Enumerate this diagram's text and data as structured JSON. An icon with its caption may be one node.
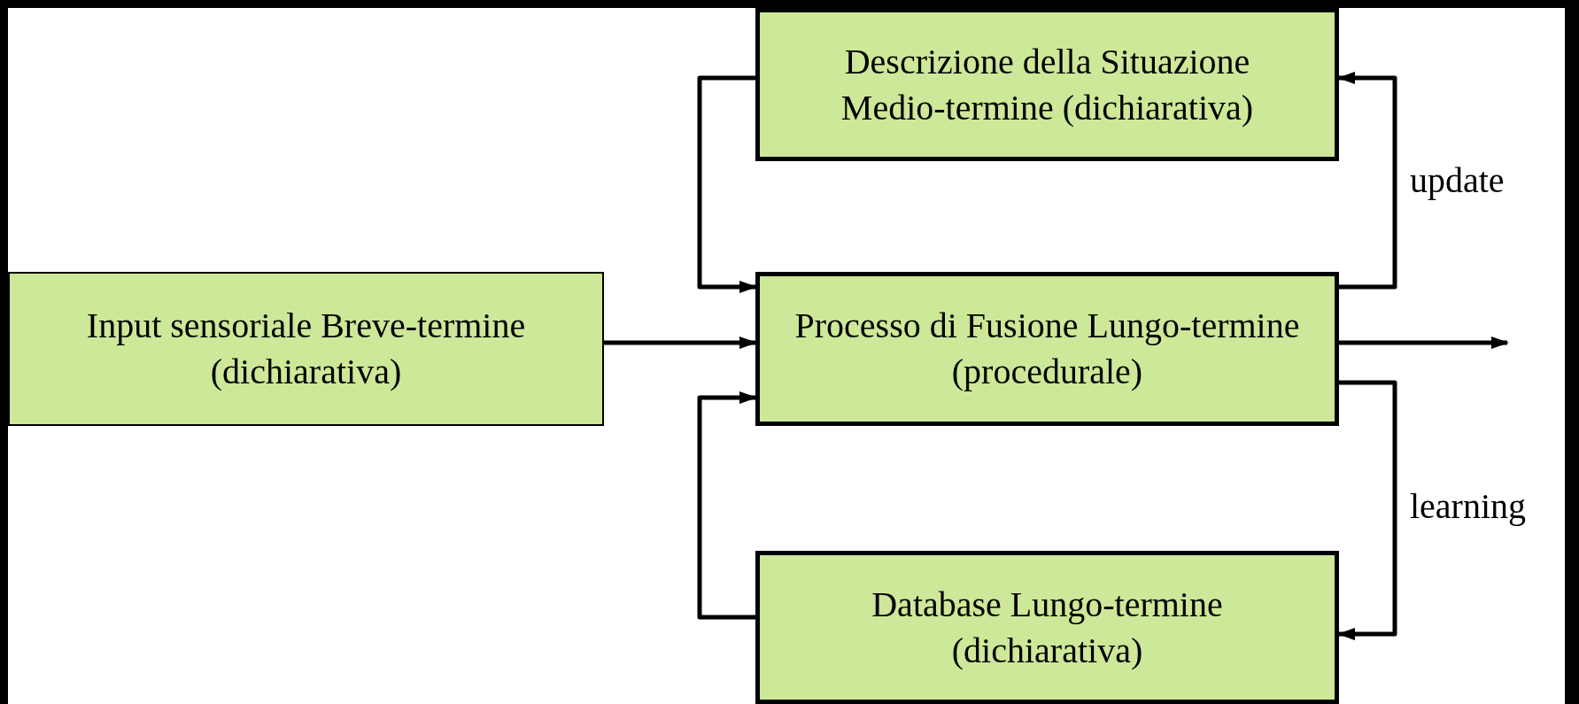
{
  "diagram": {
    "nodes": [
      {
        "text": [
          "Descrizione della Situazione Medio-termine (dichiarativa)"
        ]
      },
      {
        "text": [
          "Input sensoriale Breve-termine (dichiarativa)"
        ]
      },
      {
        "text": [
          "Processo di Fusione Lungo-termine (procedurale)"
        ]
      },
      {
        "text": [
          "Database Lungo-termine (dichiarativa)"
        ]
      }
    ],
    "edges": [
      {
        "from": 0,
        "to": 2,
        "arrow": "to"
      },
      {
        "from": 1,
        "to": 2,
        "arrow": "to"
      },
      {
        "from": 3,
        "to": 2,
        "arrow": "to"
      },
      {
        "from": 2,
        "to": 0,
        "arrow": "to",
        "label": "update"
      },
      {
        "from": 2,
        "to": 3,
        "arrow": "to",
        "label": "learning"
      },
      {
        "from": 2,
        "to": null,
        "arrow": "to"
      }
    ]
  }
}
